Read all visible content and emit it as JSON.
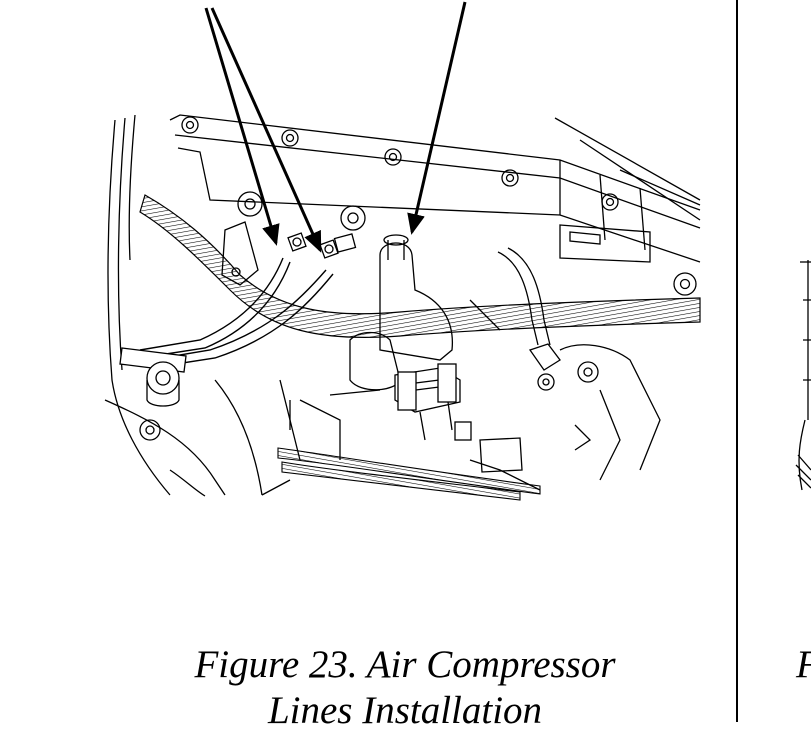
{
  "figure": {
    "caption_line1": "Figure 23.  Air Compressor",
    "caption_line2": "Lines Installation",
    "neighbor_caption_fragment": "F"
  },
  "colors": {
    "ink": "#000000",
    "paper": "#ffffff"
  }
}
